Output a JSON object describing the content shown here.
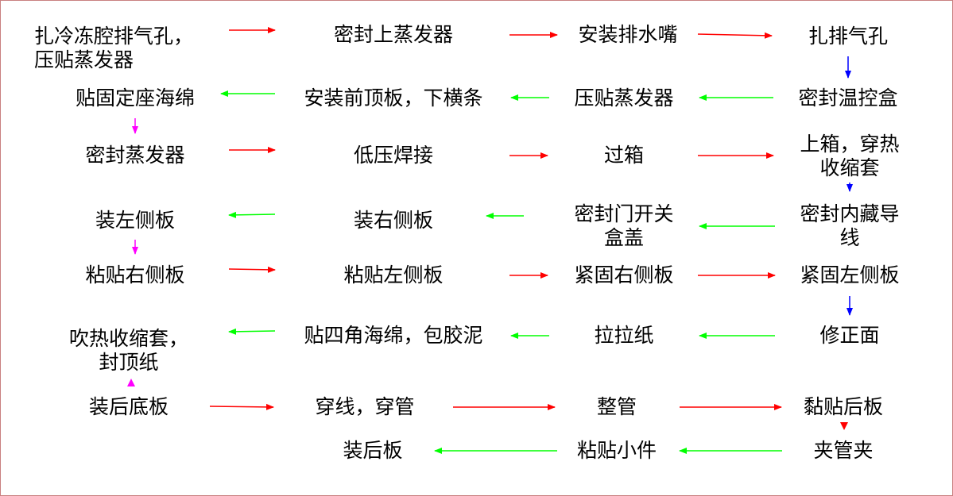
{
  "colors": {
    "arrow_forward": "#ff0000",
    "arrow_backward": "#00ff00",
    "arrow_down_right": "#0000ff",
    "arrow_down_left": "#ff00ff"
  },
  "nodes": {
    "n1": "扎冷冻腔排气孔，\n压贴蒸发器",
    "n2": "密封上蒸发器",
    "n3": "安装排水嘴",
    "n4": "扎排气孔",
    "n5": "密封温控盒",
    "n6": "压贴蒸发器",
    "n7": "安装前顶板，下横条",
    "n8": "贴固定座海绵",
    "n9": "密封蒸发器",
    "n10": "低压焊接",
    "n11": "过箱",
    "n12": "上箱，穿热\n收缩套",
    "n13": "密封内藏导\n线",
    "n14": "密封门开关\n盒盖",
    "n15": "装右侧板",
    "n16": "装左侧板",
    "n17": "粘贴右侧板",
    "n18": "粘贴左侧板",
    "n19": "紧固右侧板",
    "n20": "紧固左侧板",
    "n21": "修正面",
    "n22": "拉拉纸",
    "n23": "贴四角海绵，包胶泥",
    "n24": "吹热收缩套，\n封顶纸",
    "n25": "装后底板",
    "n26": "穿线，穿管",
    "n27": "整管",
    "n28": "黏贴后板",
    "n29": "夹管夹",
    "n30": "粘贴小件",
    "n31": "装后板"
  }
}
